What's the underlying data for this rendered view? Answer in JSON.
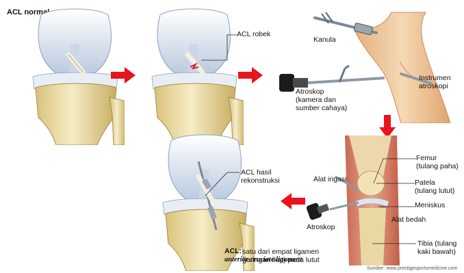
{
  "panels": {
    "normal": {
      "title": "ACL normal"
    },
    "torn": {
      "label": "ACL robek"
    },
    "arthroscopy": {
      "cannula": "Kanula",
      "scope": "Atroskop\n(kamera dan\nsumber cahaya)",
      "instrument": "Instrumen\natroskopi"
    },
    "surgery": {
      "irrigation": "Alat irigasi",
      "femur": "Femur\n(tulang paha)",
      "patella": "Patela\n(tulang lutut)",
      "meniscus": "Meniskus",
      "tool": "Alat bedah",
      "scope": "Atroskop",
      "tibia": "Tibia (tulang\nkaki bawah)"
    },
    "reconstructed": {
      "label": "ACL hasil\nrekonstruksi"
    }
  },
  "definition": {
    "term": "ACL:",
    "term_expansion": "anterior cruciate ligament",
    "text": "satu dari empat ligamen\n(jaringan ikat) pada lutut"
  },
  "source": "Sumber: www.prestigesportsmedicine.com",
  "colors": {
    "arrow": "#e8141b",
    "bone": "#efe2b0",
    "bone_dark": "#c9b66f",
    "cartilage": "#dfe8f3",
    "ligament": "#f2efe6",
    "skin": "#efc89c",
    "tear": "#d21f2a"
  }
}
